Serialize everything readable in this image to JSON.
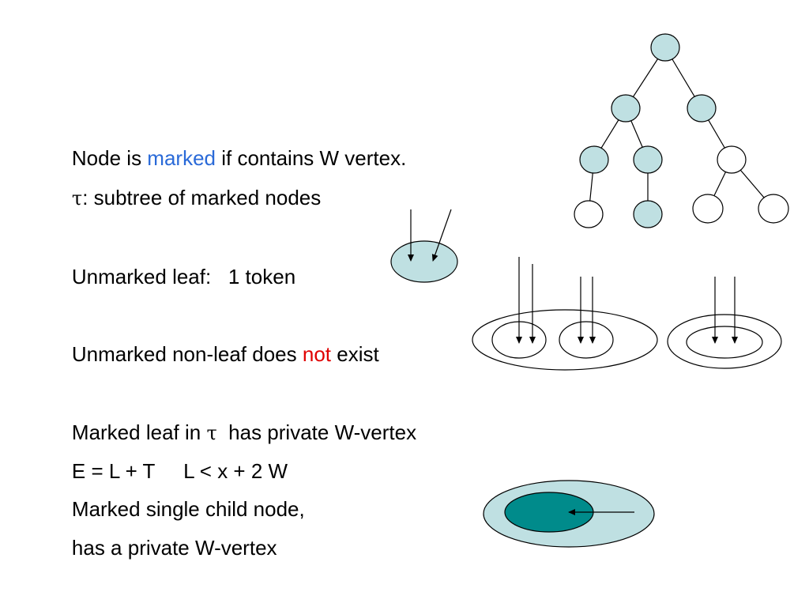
{
  "colors": {
    "text": "#000000",
    "marked": "#2a6ad8",
    "not": "#e00000",
    "node_fill_light": "#bfe0e2",
    "node_fill_dark": "#008b8b",
    "outline": "#000000"
  },
  "lines": {
    "l1_pre": "Node is ",
    "l1_marked": "marked",
    "l1_post": " if contains W vertex.",
    "l2_tau": "τ",
    "l2_text": ": subtree of marked nodes",
    "l3": "Unmarked leaf:   1 token",
    "l4_pre": "Unmarked non-leaf does ",
    "l4_not": "not",
    "l4_post": " exist",
    "l5_pre": "Marked leaf in ",
    "l5_tau": "τ",
    "l5_post": "  has private W-vertex",
    "l6": "E = L + T     L < x + 2 W",
    "l7": "Marked single child node,",
    "l8": "has a private W-vertex"
  },
  "tree": {
    "marked_nodes": [
      "root",
      "n1",
      "n2",
      "n1a",
      "n1b",
      "n1b-child"
    ],
    "unmarked_nodes": [
      "n2a",
      "n1a-child",
      "n2a-left",
      "n2a-right"
    ]
  }
}
